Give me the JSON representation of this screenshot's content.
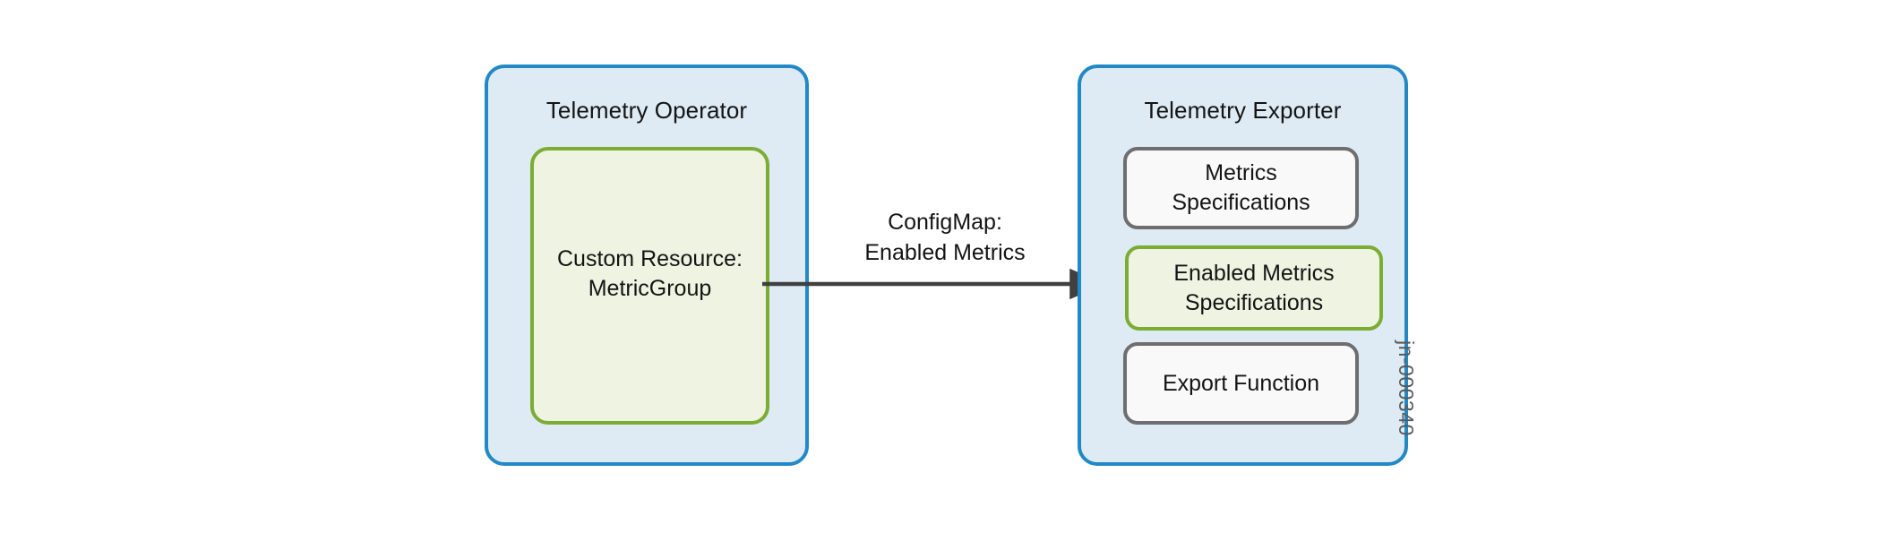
{
  "diagram": {
    "background_color": "#ffffff",
    "panels": [
      {
        "id": "telemetry-operator",
        "title": "Telemetry Operator",
        "border_color": "#2189C6",
        "fill_color": "#DEEBF5",
        "boxes": [
          {
            "id": "custom-resource",
            "label": "Custom Resource:\nMetricGroup",
            "style": "green",
            "border_color": "#7BAC33",
            "fill_color": "#EFF3E1"
          }
        ]
      },
      {
        "id": "telemetry-exporter",
        "title": "Telemetry Exporter",
        "border_color": "#2189C6",
        "fill_color": "#DEEBF5",
        "boxes": [
          {
            "id": "metrics-specifications",
            "label": "Metrics\nSpecifications",
            "style": "gray",
            "border_color": "#6E6E6E",
            "fill_color": "#F9F9F9"
          },
          {
            "id": "enabled-metrics-specifications",
            "label": "Enabled Metrics\nSpecifications",
            "style": "green",
            "border_color": "#7BAC33",
            "fill_color": "#EFF3E1"
          },
          {
            "id": "export-function",
            "label": "Export Function",
            "style": "gray",
            "border_color": "#6E6E6E",
            "fill_color": "#F9F9F9"
          }
        ]
      }
    ],
    "connector": {
      "id": "configmap-arrow",
      "label": "ConfigMap:\nEnabled Metrics",
      "color": "#404040",
      "direction": "right",
      "from": "custom-resource",
      "to": "enabled-metrics-specifications"
    },
    "watermark": "jn-000340"
  }
}
